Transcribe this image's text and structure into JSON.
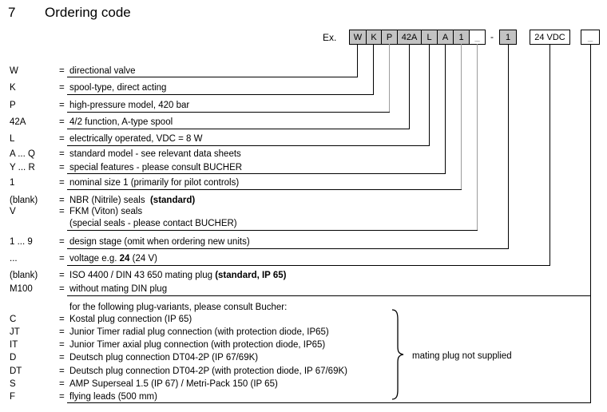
{
  "header": {
    "number": "7",
    "title": "Ordering code"
  },
  "example": {
    "label": "Ex.",
    "separator": "-",
    "equals_sign": "="
  },
  "code_boxes": {
    "group1": [
      {
        "code": "W",
        "shaded": true
      },
      {
        "code": "K",
        "shaded": true
      },
      {
        "code": "P",
        "shaded": true
      },
      {
        "code": "42A",
        "shaded": true
      },
      {
        "code": "L",
        "shaded": true
      },
      {
        "code": "A",
        "shaded": true
      },
      {
        "code": "1",
        "shaded": true
      },
      {
        "code": "_",
        "shaded": false
      }
    ],
    "group2": [
      {
        "code": "1",
        "shaded": true
      },
      {
        "code": "24 VDC",
        "shaded": false
      },
      {
        "code": "_",
        "shaded": false
      }
    ]
  },
  "rows": [
    {
      "symbol": "W",
      "pre": "directional valve",
      "bold": "",
      "post": ""
    },
    {
      "symbol": "K",
      "pre": "spool-type, direct acting",
      "bold": "",
      "post": ""
    },
    {
      "symbol": "P",
      "pre": "high-pressure model, 420 bar",
      "bold": "",
      "post": ""
    },
    {
      "symbol": "42A",
      "pre": "4/2 function, A-type spool",
      "bold": "",
      "post": ""
    },
    {
      "symbol": "L",
      "pre": "electrically operated, VDC = 8 W",
      "bold": "",
      "post": ""
    },
    {
      "symbol": "A ... Q",
      "pre": "standard model - see relevant data sheets",
      "bold": "",
      "post": ""
    },
    {
      "symbol": "Y ... R",
      "pre": "special features - please consult BUCHER",
      "bold": "",
      "post": ""
    },
    {
      "symbol": "1",
      "pre": "nominal size 1 (primarily for pilot controls)",
      "bold": "",
      "post": ""
    },
    {
      "symbol": "(blank)",
      "pre": "NBR (Nitrile) seals  ",
      "bold": "(standard)",
      "post": ""
    },
    {
      "symbol": "V",
      "pre": "FKM (Viton) seals",
      "bold": "",
      "post": ""
    },
    {
      "symbol": "",
      "pre": "(special seals - please contact BUCHER)",
      "bold": "",
      "post": ""
    },
    {
      "symbol": "1 ... 9",
      "pre": "design stage (omit when ordering new units)",
      "bold": "",
      "post": ""
    },
    {
      "symbol": "...",
      "pre": "voltage e.g. ",
      "bold": "24",
      "post": " (24 V)"
    },
    {
      "symbol": "(blank)",
      "pre": "ISO 4400 / DIN 43 650 mating plug ",
      "bold": "(standard, IP 65)",
      "post": ""
    },
    {
      "symbol": "M100",
      "pre": "without mating DIN plug",
      "bold": "",
      "post": ""
    },
    {
      "symbol": "",
      "pre": "for the following plug-variants, please consult Bucher:",
      "bold": "",
      "post": ""
    },
    {
      "symbol": "C",
      "pre": "Kostal plug connection (IP 65)",
      "bold": "",
      "post": ""
    },
    {
      "symbol": "JT",
      "pre": "Junior Timer radial plug connection (with protection diode, IP65)",
      "bold": "",
      "post": ""
    },
    {
      "symbol": "IT",
      "pre": "Junior Timer axial plug connection (with protection diode, IP65)",
      "bold": "",
      "post": ""
    },
    {
      "symbol": "D",
      "pre": "Deutsch plug connection DT04-2P (IP 67/69K)",
      "bold": "",
      "post": ""
    },
    {
      "symbol": "DT",
      "pre": "Deutsch plug connection DT04-2P (with protection diode, IP 67/69K)",
      "bold": "",
      "post": ""
    },
    {
      "symbol": "S",
      "pre": "AMP Superseal 1.5 (IP 67) / Metri-Pack 150 (IP 65)",
      "bold": "",
      "post": ""
    },
    {
      "symbol": "F",
      "pre": "flying leads (500 mm)",
      "bold": "",
      "post": ""
    }
  ],
  "brace_note": "mating plug not supplied",
  "colors": {
    "box_fill": "#c3c3c3",
    "muted_line": "#9c9c9c",
    "ink": "#000000"
  }
}
